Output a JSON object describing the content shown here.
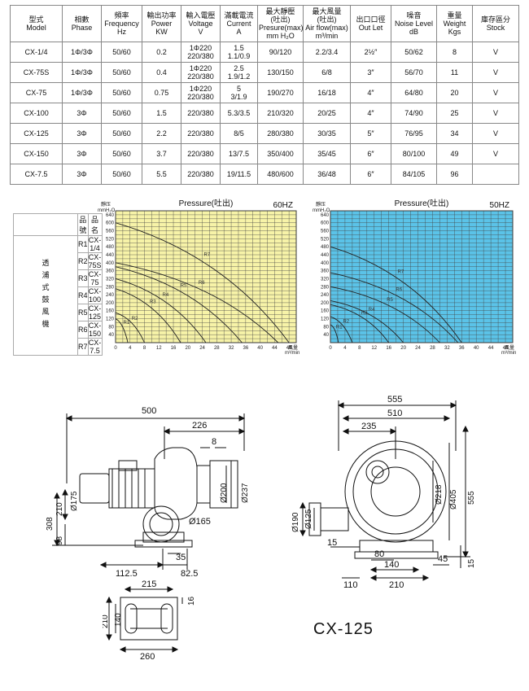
{
  "spec_table": {
    "headers": [
      {
        "zh": "型式",
        "en": [
          "Model"
        ]
      },
      {
        "zh": "相數",
        "en": [
          "Phase"
        ]
      },
      {
        "zh": "頻率",
        "en": [
          "Frequency",
          "Hz"
        ]
      },
      {
        "zh": "輸出功率",
        "en": [
          "Power",
          "KW"
        ]
      },
      {
        "zh": "輸入電壓",
        "en": [
          "Voltage",
          "V"
        ]
      },
      {
        "zh": "滿載電流",
        "en": [
          "Current",
          "A"
        ]
      },
      {
        "zh": "最大靜壓",
        "en": [
          "(吐出)",
          "Presure(max)",
          "mm H₂O"
        ]
      },
      {
        "zh": "最大風量",
        "en": [
          "(吐出)",
          "Air flow(max)",
          "m³/min"
        ]
      },
      {
        "zh": "出口口徑",
        "en": [
          "Out Let"
        ]
      },
      {
        "zh": "噪音",
        "en": [
          "Noise Level",
          "dB"
        ]
      },
      {
        "zh": "重量",
        "en": [
          "Weight",
          "Kgs"
        ]
      },
      {
        "zh": "庫存區分",
        "en": [
          "Stock"
        ]
      }
    ],
    "rows": [
      [
        "CX-1/4",
        "1Φ/3Φ",
        "50/60",
        "0.2",
        "1Φ220\n220/380",
        "1.5\n1.1/0.9",
        "90/120",
        "2.2/3.4",
        "2½″",
        "50/62",
        "8",
        "V"
      ],
      [
        "CX-75S",
        "1Φ/3Φ",
        "50/60",
        "0.4",
        "1Φ220\n220/380",
        "2.5\n1.9/1.2",
        "130/150",
        "6/8",
        "3″",
        "56/70",
        "11",
        "V"
      ],
      [
        "CX-75",
        "1Φ/3Φ",
        "50/60",
        "0.75",
        "1Φ220\n220/380",
        "5\n3/1.9",
        "190/270",
        "16/18",
        "4″",
        "64/80",
        "20",
        "V"
      ],
      [
        "CX-100",
        "3Φ",
        "50/60",
        "1.5",
        "220/380",
        "5.3/3.5",
        "210/320",
        "20/25",
        "4″",
        "74/90",
        "25",
        "V"
      ],
      [
        "CX-125",
        "3Φ",
        "50/60",
        "2.2",
        "220/380",
        "8/5",
        "280/380",
        "30/35",
        "5″",
        "76/95",
        "34",
        "V"
      ],
      [
        "CX-150",
        "3Φ",
        "50/60",
        "3.7",
        "220/380",
        "13/7.5",
        "350/400",
        "35/45",
        "6″",
        "80/100",
        "49",
        "V"
      ],
      [
        "CX-7.5",
        "3Φ",
        "50/60",
        "5.5",
        "220/380",
        "19/11.5",
        "480/600",
        "36/48",
        "6″",
        "84/105",
        "96",
        ""
      ]
    ]
  },
  "legend": {
    "col_code": "品號",
    "col_name": "品名",
    "vertical_label": "透浦式鼓風機",
    "rows": [
      [
        "R1",
        "CX-1/4"
      ],
      [
        "R2",
        "CX-75S"
      ],
      [
        "R3",
        "CX-75"
      ],
      [
        "R4",
        "CX-100"
      ],
      [
        "R5",
        "CX-125"
      ],
      [
        "R6",
        "CX-150"
      ],
      [
        "R7",
        "CX-7.5"
      ]
    ]
  },
  "chart_data": [
    {
      "type": "line",
      "title": "Pressure(吐出)",
      "frequency_label": "60HZ",
      "ylabel": [
        "靜压",
        "mmH₂O"
      ],
      "xlabel": [
        "風量",
        "m³/min"
      ],
      "background": "#f7f3a8",
      "x_ticks": [
        0,
        4,
        8,
        12,
        16,
        20,
        24,
        28,
        32,
        36,
        40,
        44,
        48
      ],
      "y_ticks": [
        40,
        80,
        120,
        160,
        200,
        240,
        280,
        320,
        360,
        400,
        440,
        480,
        520,
        560,
        600,
        640
      ],
      "xlim": [
        0,
        50
      ],
      "ylim": [
        0,
        660
      ],
      "series": [
        {
          "name": "R1",
          "x": [
            0,
            1.7,
            3.4
          ],
          "y": [
            120,
            85,
            0
          ]
        },
        {
          "name": "R2",
          "x": [
            0,
            4,
            8
          ],
          "y": [
            150,
            105,
            0
          ]
        },
        {
          "name": "R3",
          "x": [
            0,
            9,
            18
          ],
          "y": [
            270,
            190,
            0
          ]
        },
        {
          "name": "R4",
          "x": [
            0,
            12.5,
            25
          ],
          "y": [
            320,
            225,
            0
          ]
        },
        {
          "name": "R5",
          "x": [
            0,
            17.5,
            35
          ],
          "y": [
            380,
            270,
            0
          ]
        },
        {
          "name": "R6",
          "x": [
            0,
            22.5,
            45
          ],
          "y": [
            400,
            285,
            0
          ]
        },
        {
          "name": "R7",
          "x": [
            0,
            24,
            48
          ],
          "y": [
            600,
            425,
            0
          ]
        }
      ]
    },
    {
      "type": "line",
      "title": "Pressure(吐出)",
      "frequency_label": "50HZ",
      "ylabel": [
        "靜压",
        "mmH₂O"
      ],
      "xlabel": [
        "風量",
        "m³/min"
      ],
      "background": "#5bc3e8",
      "x_ticks": [
        0,
        4,
        8,
        12,
        16,
        20,
        24,
        28,
        32,
        36,
        40,
        44,
        48
      ],
      "y_ticks": [
        40,
        80,
        120,
        160,
        200,
        240,
        280,
        320,
        360,
        400,
        440,
        480,
        520,
        560,
        600,
        640
      ],
      "xlim": [
        0,
        50
      ],
      "ylim": [
        0,
        660
      ],
      "series": [
        {
          "name": "R1",
          "x": [
            0,
            1.1,
            2.2
          ],
          "y": [
            90,
            63,
            0
          ]
        },
        {
          "name": "R2",
          "x": [
            0,
            3,
            6
          ],
          "y": [
            130,
            92,
            0
          ]
        },
        {
          "name": "R3",
          "x": [
            0,
            8,
            16
          ],
          "y": [
            190,
            135,
            0
          ]
        },
        {
          "name": "R4",
          "x": [
            0,
            10,
            20
          ],
          "y": [
            210,
            150,
            0
          ]
        },
        {
          "name": "R5",
          "x": [
            0,
            15,
            30
          ],
          "y": [
            280,
            200,
            0
          ]
        },
        {
          "name": "R6",
          "x": [
            0,
            17.5,
            35
          ],
          "y": [
            350,
            250,
            0
          ]
        },
        {
          "name": "R7",
          "x": [
            0,
            18,
            36
          ],
          "y": [
            480,
            340,
            0
          ]
        }
      ]
    }
  ],
  "side_dims": {
    "d500": "500",
    "d226": "226",
    "d8": "8",
    "d175": "Ø175",
    "d200": "Ø200",
    "d237": "Ø237",
    "d165": "Ø165",
    "d308": "308",
    "d210": "210",
    "d98": "98",
    "d35": "35",
    "d1125": "112.5",
    "d825": "82.5"
  },
  "front_dims": {
    "d555w": "555",
    "d510": "510",
    "d235": "235",
    "d218": "Ø218",
    "d405": "Ø405",
    "d555h": "555",
    "d190": "Ø190",
    "d125": "Ø125",
    "d15a": "15",
    "d80": "80",
    "d140": "140",
    "d45": "45",
    "d15b": "15",
    "d110": "110",
    "d210": "210"
  },
  "base_dims": {
    "d215": "215",
    "d16": "16",
    "d210": "210",
    "d140": "140",
    "d260": "260"
  },
  "model_title": "CX-125"
}
